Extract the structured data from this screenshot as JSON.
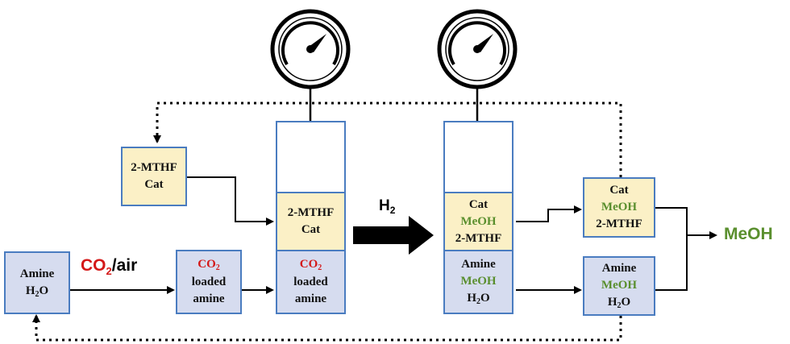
{
  "colors": {
    "box_border": "#4a7cc0",
    "yellow_fill": "#fbf0c6",
    "blue_fill": "#d6dcef",
    "co2_red": "#d41818",
    "meoh_green": "#5a8f2e"
  },
  "icons": [
    "pressure-gauge-icon",
    "pressure-gauge-icon"
  ],
  "boxes": {
    "mthf_cat": {
      "line1": "2-MTHF",
      "line2": "Cat"
    },
    "amine_water": {
      "line1": "Amine",
      "line2_main": "H",
      "line2_sub": "2",
      "line2_tail": "O"
    },
    "co2_loaded_amine": {
      "co2_main": "CO",
      "co2_sub": "2",
      "line2": "loaded",
      "line3": "amine"
    },
    "reactor1_top": {
      "line1": "2-MTHF",
      "line2": "Cat"
    },
    "reactor1_bottom": {
      "co2_main": "CO",
      "co2_sub": "2",
      "line2": "loaded",
      "line3": "amine"
    },
    "reactor2_top": {
      "line1": "Cat",
      "line2": "MeOH",
      "line3": "2-MTHF"
    },
    "reactor2_bottom": {
      "line1": "Amine",
      "line2": "MeOH",
      "line3_main": "H",
      "line3_sub": "2",
      "line3_tail": "O"
    },
    "sep_top": {
      "line1": "Cat",
      "line2": "MeOH",
      "line3": "2-MTHF"
    },
    "sep_bottom": {
      "line1": "Amine",
      "line2": "MeOH",
      "line3_main": "H",
      "line3_sub": "2",
      "line3_tail": "O"
    }
  },
  "labels": {
    "co2_air": {
      "main": "CO",
      "sub": "2",
      "tail": "/air"
    },
    "h2": {
      "main": "H",
      "sub": "2"
    },
    "product": "MeOH"
  }
}
